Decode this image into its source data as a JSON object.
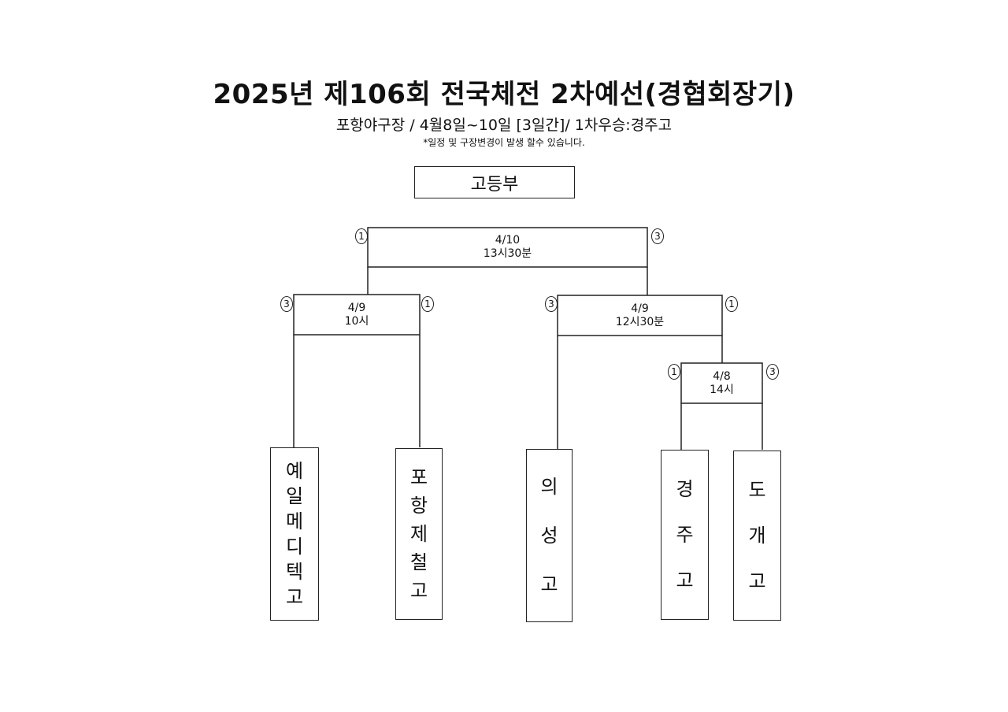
{
  "header": {
    "title": "2025년 제106회 전국체전 2차예선(경협회장기)",
    "subtitle": "포항야구장  / 4월8일~10일   [3일간]/ 1차우승:경주고",
    "notice": "*일정 및 구장변경이 발생 할수 있습니다."
  },
  "division": "고등부",
  "matches": {
    "final": {
      "date": "4/10",
      "time": "13시30분",
      "left_rank": "1",
      "right_rank": "3"
    },
    "semi_left": {
      "date": "4/9",
      "time": "10시",
      "left_rank": "3",
      "right_rank": "1"
    },
    "semi_right": {
      "date": "4/9",
      "time": "12시30분",
      "left_rank": "3",
      "right_rank": "1"
    },
    "first_round": {
      "date": "4/8",
      "time": "14시",
      "left_rank": "1",
      "right_rank": "3"
    }
  },
  "teams": {
    "yeil": "예일메디텍고",
    "pohang": "포항제철고",
    "uiseong": "의성고",
    "gyeongju": "경주고",
    "dogae": "도개고"
  }
}
